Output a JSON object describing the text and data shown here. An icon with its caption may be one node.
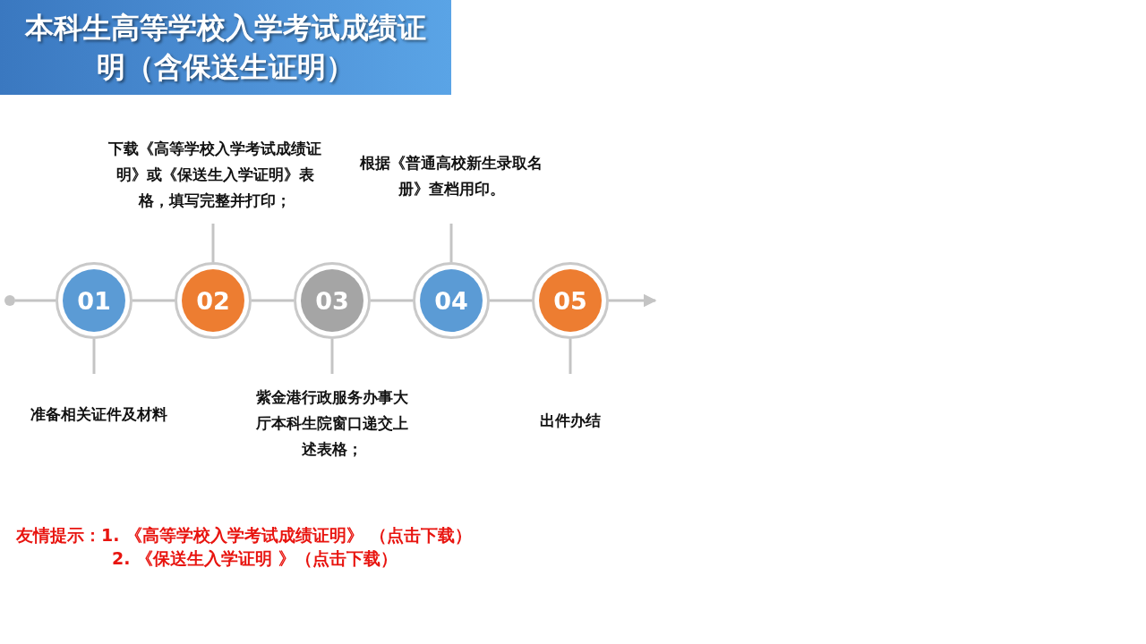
{
  "diagram": {
    "title": "本科生高等学校入学考试成绩证明（含保送生证明）",
    "nodes": [
      {
        "text": [],
        "shape": "circle"
      },
      {
        "text": [
          "01"
        ]
      },
      {
        "text": [
          "02"
        ]
      },
      {
        "text": [
          "03"
        ]
      },
      {
        "text": [
          "04"
        ]
      },
      {
        "text": [
          "05"
        ]
      },
      {
        "text": [
          "准备相关证件及材料"
        ]
      },
      {
        "text": [
          "下载《高等学校入学考试成绩证明》或《保送生入学证明》表格，填写完整并打印；"
        ]
      },
      {
        "text": [
          "紫金港行政服务办事大厅本科生院窗口递交上述表格；"
        ]
      },
      {
        "text": [
          "根据《普通高校新生录取名册》查档用印。"
        ]
      },
      {
        "text": [
          "出件办结"
        ]
      }
    ],
    "edges": [
      {
        "from": 0,
        "to": 1,
        "arrow": "none"
      },
      {
        "from": 1,
        "to": 2,
        "arrow": "none"
      },
      {
        "from": 2,
        "to": 3,
        "arrow": "none"
      },
      {
        "from": 3,
        "to": 4,
        "arrow": "none"
      },
      {
        "from": 4,
        "to": 5,
        "arrow": "none"
      },
      {
        "from": 5,
        "to": null,
        "arrow": "to"
      },
      {
        "from": 1,
        "to": 6,
        "arrow": "none"
      },
      {
        "from": 2,
        "to": 7,
        "arrow": "none"
      },
      {
        "from": 3,
        "to": 8,
        "arrow": "none"
      },
      {
        "from": 4,
        "to": 9,
        "arrow": "none"
      },
      {
        "from": 5,
        "to": 10,
        "arrow": "none"
      }
    ],
    "labels": [
      "友情提示：1. 《高等学校入学考试成绩证明》 （点击下载）",
      "2. 《保送生入学证明 》（点击下载）"
    ]
  }
}
